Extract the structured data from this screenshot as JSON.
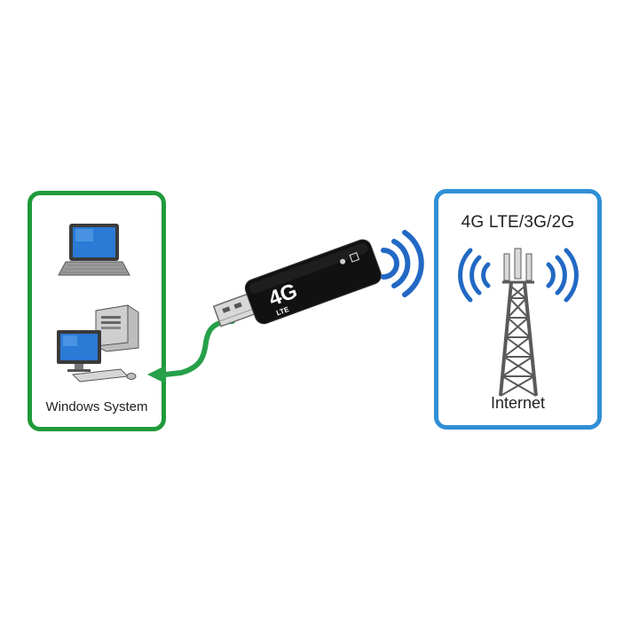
{
  "left_panel": {
    "label": "Windows System",
    "border_color": "#1f9a3a"
  },
  "right_panel": {
    "network_type": "4G LTE/3G/2G",
    "label": "Internet",
    "border_color": "#2f8fd6"
  },
  "dongle": {
    "brand": "4G",
    "sub": "LTE"
  },
  "colors": {
    "cable": "#27a04a",
    "signal": "#2269c4",
    "laptop_screen": "#2a7ad6"
  },
  "icons": [
    "laptop-icon",
    "desktop-pc-icon",
    "usb-dongle-icon",
    "cable-arrow-icon",
    "wifi-signal-icon",
    "cell-tower-icon"
  ]
}
